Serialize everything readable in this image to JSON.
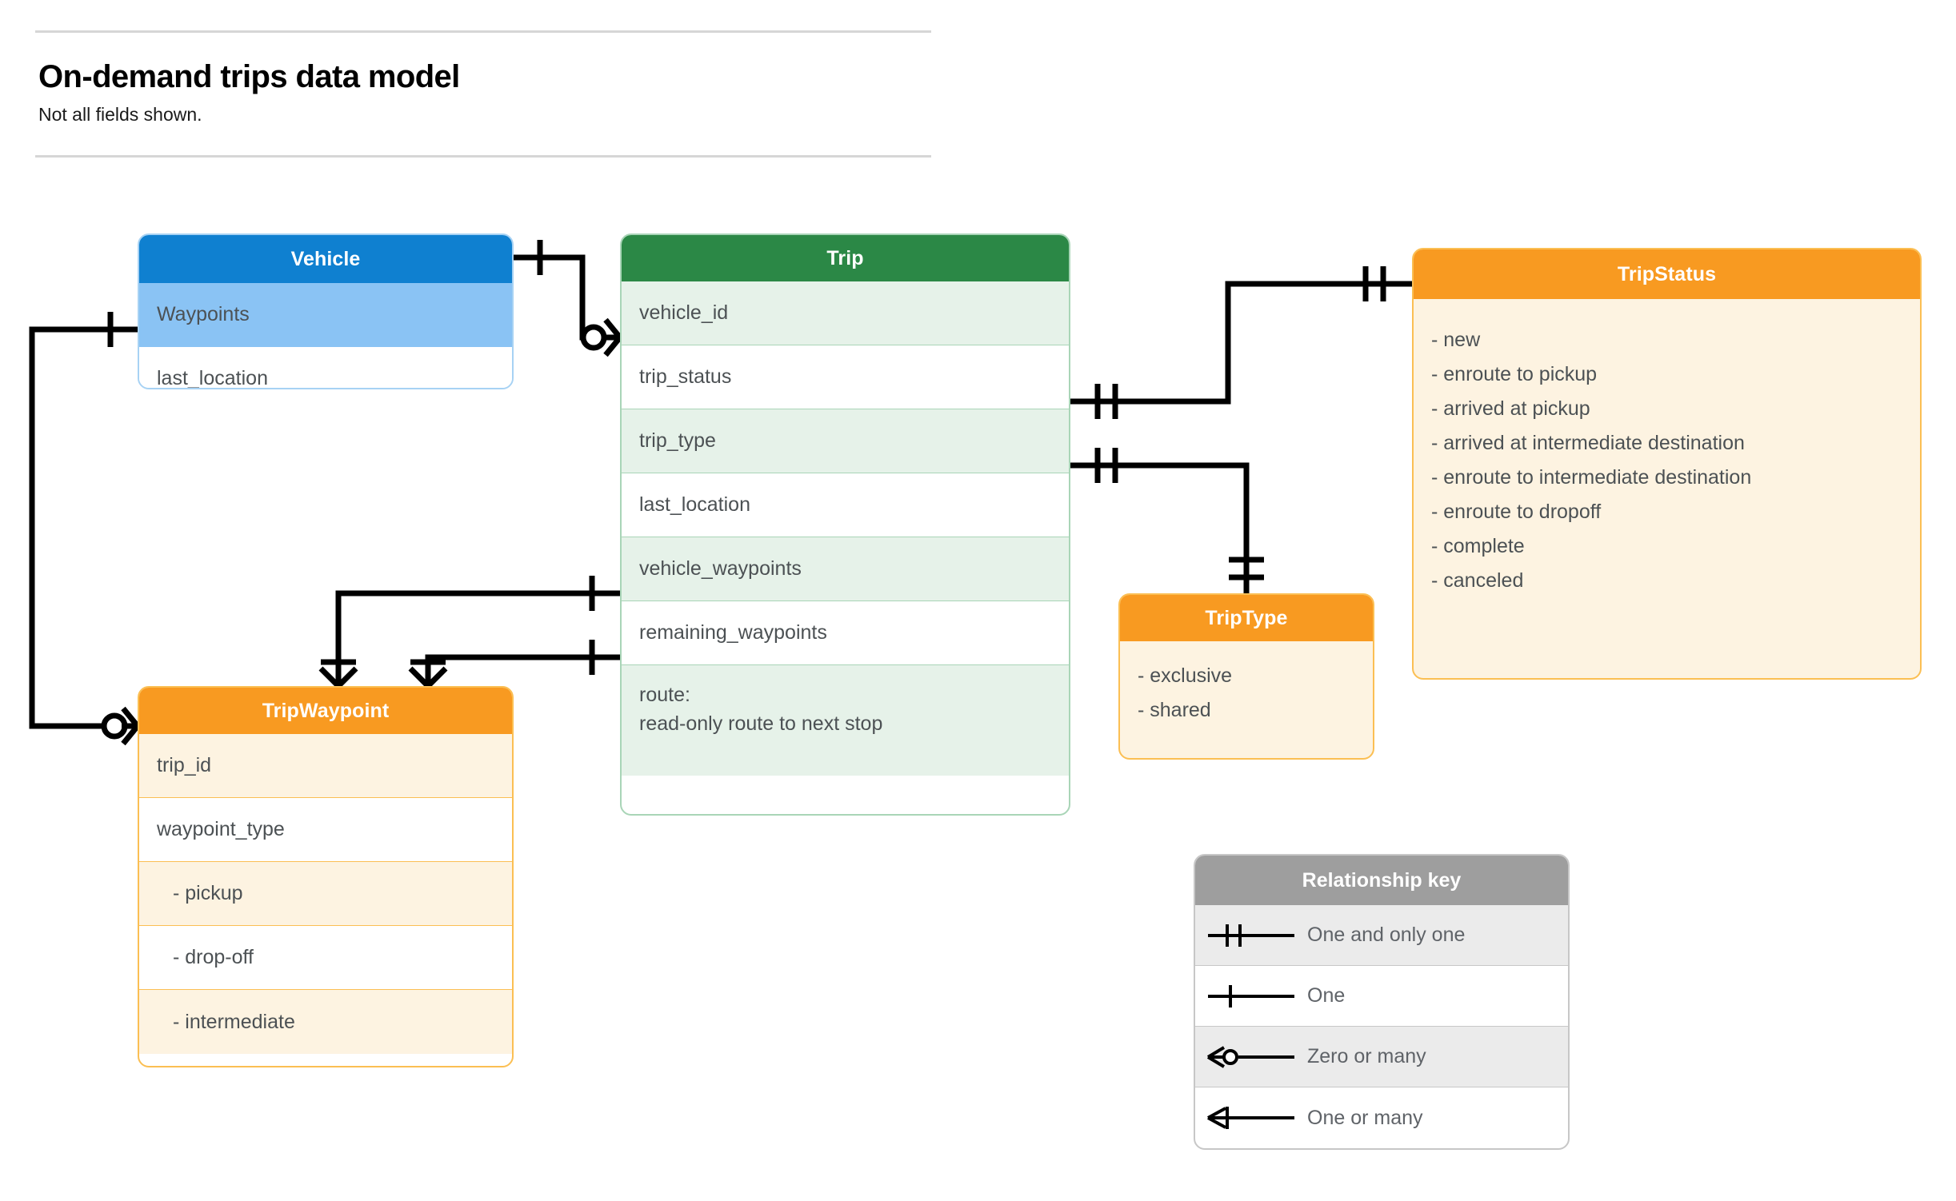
{
  "header": {
    "title": "On-demand trips data model",
    "subtitle": "Not all fields shown."
  },
  "entities": {
    "vehicle": {
      "name": "Vehicle",
      "color": "#0f80d0",
      "fields": [
        {
          "label": "Waypoints"
        },
        {
          "label": "last_location"
        }
      ]
    },
    "trip": {
      "name": "Trip",
      "color": "#2b8846",
      "fields": [
        {
          "label": "vehicle_id"
        },
        {
          "label": "trip_status"
        },
        {
          "label": "trip_type"
        },
        {
          "label": "last_location"
        },
        {
          "label": "vehicle_waypoints"
        },
        {
          "label": "remaining_waypoints"
        },
        {
          "label": "route:",
          "label2": "read-only route to next stop"
        }
      ]
    },
    "tripwaypoint": {
      "name": "TripWaypoint",
      "color": "#f89a21",
      "fields": [
        {
          "label": "trip_id"
        },
        {
          "label": "waypoint_type"
        },
        {
          "label": "-  pickup"
        },
        {
          "label": "-  drop-off"
        },
        {
          "label": "-  intermediate"
        }
      ]
    },
    "tripstatus": {
      "name": "TripStatus",
      "color": "#f89a21",
      "values": [
        "- new",
        "- enroute to pickup",
        "- arrived at pickup",
        "- arrived at intermediate destination",
        "- enroute to intermediate destination",
        "- enroute to dropoff",
        "- complete",
        "- canceled"
      ]
    },
    "triptype": {
      "name": "TripType",
      "color": "#f89a21",
      "values": [
        "- exclusive",
        "- shared"
      ]
    }
  },
  "legend": {
    "title": "Relationship key",
    "rows": [
      {
        "symbol": "one-and-only-one-icon",
        "label": "One and only one"
      },
      {
        "symbol": "one-icon",
        "label": "One"
      },
      {
        "symbol": "zero-or-many-icon",
        "label": "Zero or many"
      },
      {
        "symbol": "one-or-many-icon",
        "label": "One or many"
      }
    ]
  },
  "relationships": [
    {
      "from": "Vehicle",
      "from_card": "one",
      "to": "Trip.vehicle_id",
      "to_card": "zero or many"
    },
    {
      "from": "Vehicle.Waypoints",
      "from_card": "one",
      "to": "TripWaypoint",
      "to_card": "zero or many"
    },
    {
      "from": "Trip.trip_status",
      "from_card": "one and only one",
      "to": "TripStatus",
      "to_card": "one and only one"
    },
    {
      "from": "Trip.trip_type",
      "from_card": "one and only one",
      "to": "TripType",
      "to_card": "one and only one"
    },
    {
      "from": "Trip.vehicle_waypoints",
      "from_card": "one",
      "to": "TripWaypoint",
      "to_card": "one or many"
    },
    {
      "from": "Trip.remaining_waypoints",
      "from_card": "one",
      "to": "TripWaypoint",
      "to_card": "one or many"
    }
  ]
}
